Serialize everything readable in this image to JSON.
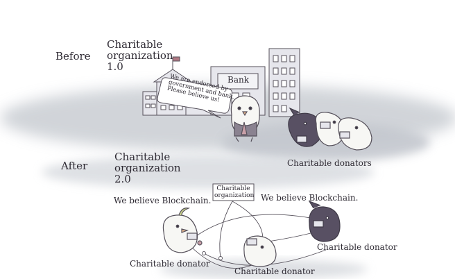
{
  "before": {
    "label": "Before",
    "org_title": "Charitable\norganization\n1.0",
    "bank_sign": "Bank",
    "speech": "We are endorsed by\ngovernment and bank.\nPlease believe us!",
    "donators_label": "Charitable donators"
  },
  "after": {
    "label": "After",
    "org_title": "Charitable\norganization\n2.0",
    "org_box": "Charitable\norganization",
    "belief_left": "We believe Blockchain.",
    "belief_right": "We believe Blockchain.",
    "donator_left": "Charitable donator",
    "donator_center": "Charitable donator",
    "donator_right": "Charitable donator"
  },
  "colors": {
    "ground": "#c4c8cf",
    "building": "#e6e6ec",
    "outline": "#55505a",
    "dark_bird": "#585063",
    "light_bird": "#f7f7f4",
    "accent_pink": "#c9a0a8"
  }
}
